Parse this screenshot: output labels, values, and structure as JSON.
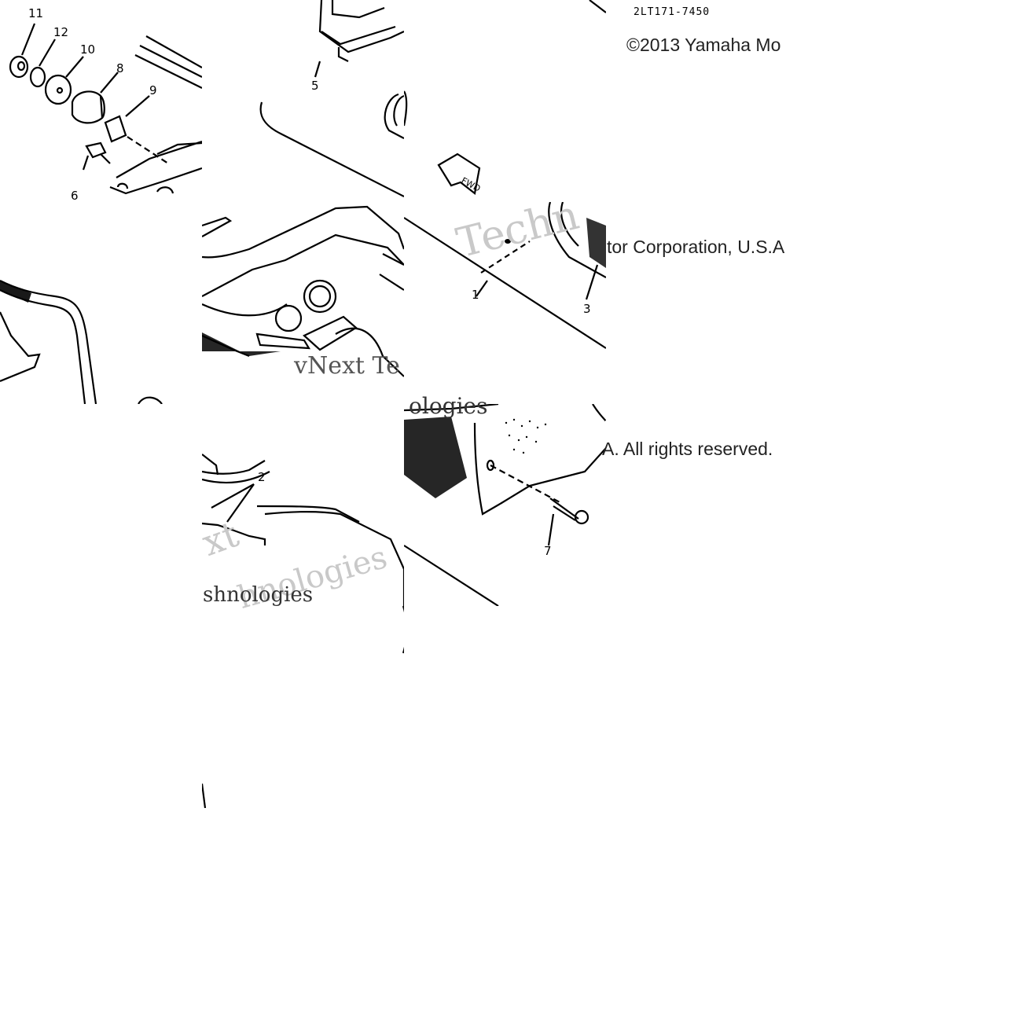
{
  "diagram": {
    "part_code": "2LT171-7450",
    "copyright_segments": [
      "©2013 Yamaha Mo",
      "tor Corporation, U.S.A",
      "A. All rights reserved."
    ],
    "watermark_segments": [
      "Techn",
      "vNext Te",
      "ologies",
      "xt",
      "hnologies",
      "shnologies"
    ],
    "arrow_label": "FWD",
    "callouts": [
      "11",
      "12",
      "10",
      "8",
      "9",
      "6",
      "5",
      "1",
      "3",
      "2",
      "7"
    ]
  }
}
